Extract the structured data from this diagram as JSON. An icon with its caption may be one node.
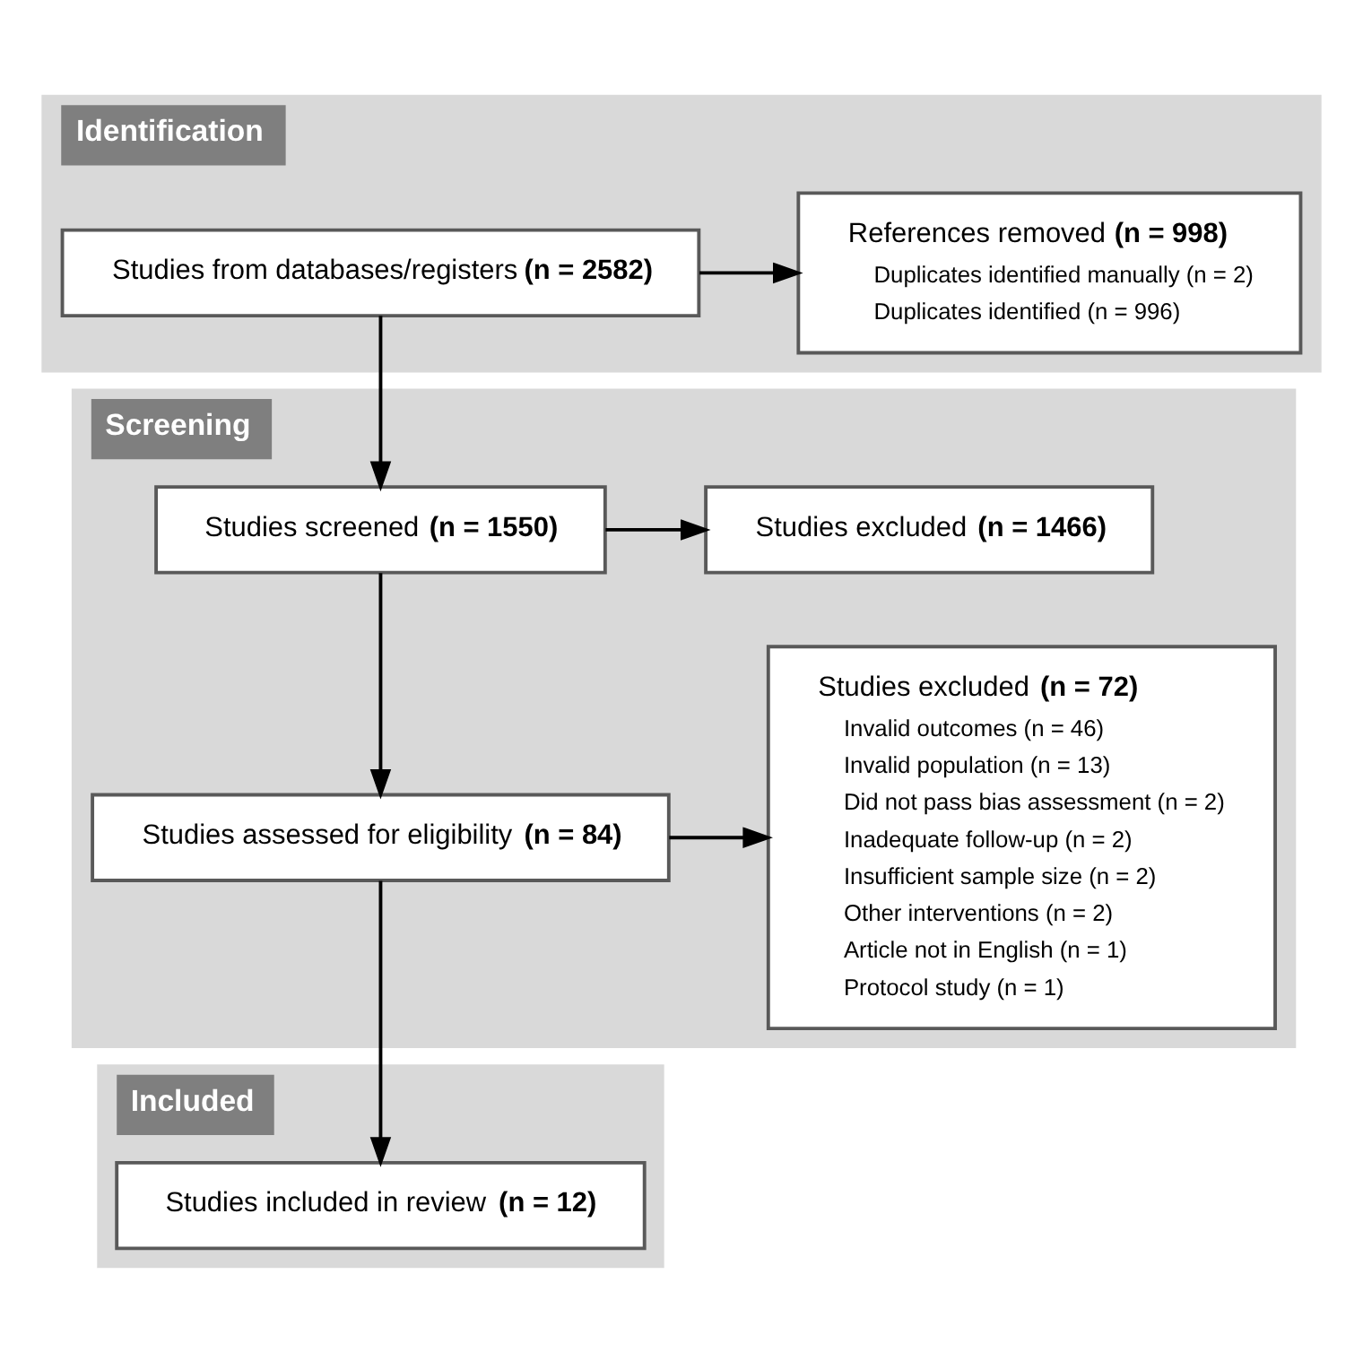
{
  "diagram": {
    "nodes": [
      {
        "text": [
          "Identification"
        ]
      },
      {
        "text": [
          "Studies from databases/registers **(n = 2582)**"
        ],
        "in": 0
      },
      {
        "text": [
          "References removed **(n = 998)**",
          "Duplicates identified manually (n = 2)",
          "Duplicates identified (n = 996)"
        ],
        "in": 0
      },
      {
        "text": [
          "Screening"
        ]
      },
      {
        "text": [
          "Studies screened **(n = 1550)**"
        ],
        "in": 3
      },
      {
        "text": [
          "Studies excluded **(n = 1466)**"
        ],
        "in": 3
      },
      {
        "text": [
          "Studies assessed for eligibility **(n = 84)**"
        ],
        "in": 3
      },
      {
        "text": [
          "Studies excluded **(n = 72)**",
          "Invalid outcomes (n = 46)",
          "Invalid population (n = 13)",
          "Did not pass bias assessment (n = 2)",
          "Inadequate follow-up (n = 2)",
          "Insufficient sample size (n = 2)",
          "Other interventions (n = 2)",
          "Article not in English (n = 1)",
          "Protocol study (n = 1)"
        ],
        "in": 3
      },
      {
        "text": [
          "Included"
        ]
      },
      {
        "text": [
          "Studies included in review **(n = 12)**"
        ],
        "in": 8
      }
    ],
    "edges": [
      {
        "from": 1,
        "to": 2,
        "arrow": "to"
      },
      {
        "from": 1,
        "to": 4,
        "arrow": "to"
      },
      {
        "from": 4,
        "to": 5,
        "arrow": "to"
      },
      {
        "from": 4,
        "to": 6,
        "arrow": "to"
      },
      {
        "from": 6,
        "to": 7,
        "arrow": "to"
      },
      {
        "from": 6,
        "to": 9,
        "arrow": "to"
      }
    ]
  }
}
